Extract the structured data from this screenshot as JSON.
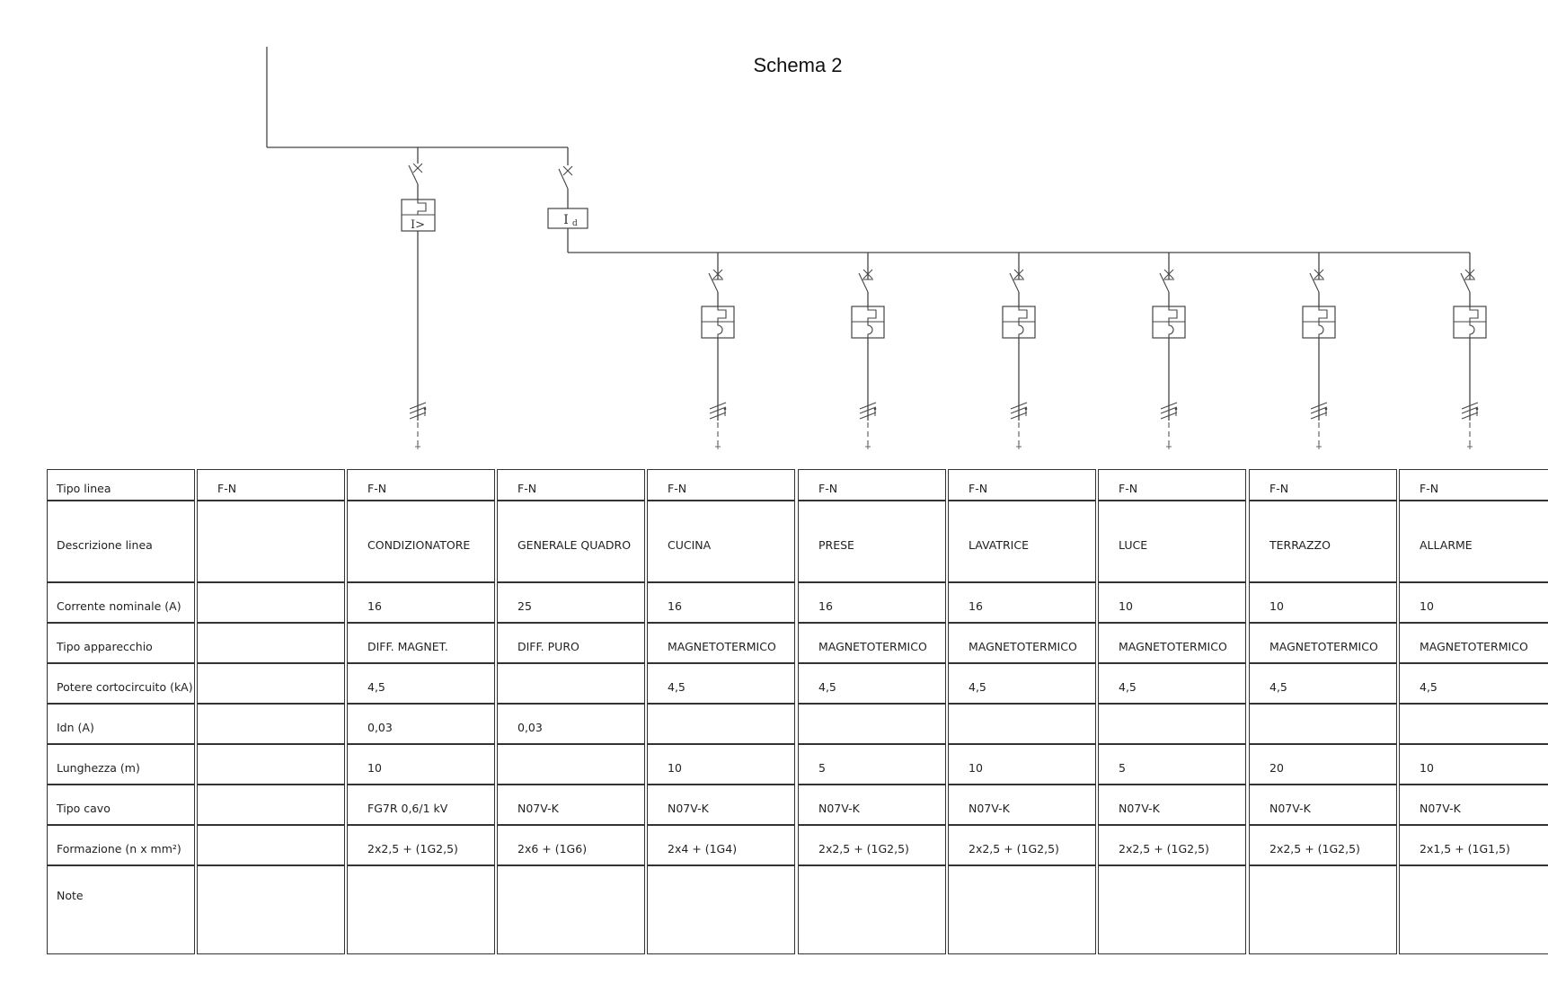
{
  "title": "Schema 2",
  "symbols": {
    "overcurrent_label": "I>",
    "differential_label": "I",
    "differential_sub": "d"
  },
  "table": {
    "row_labels": [
      "Tipo linea",
      "Descrizione linea",
      "Corrente nominale (A)",
      "Tipo apparecchio",
      "Potere cortocircuito (kA)",
      "Idn (A)",
      "Lunghezza (m)",
      "Tipo cavo",
      "Formazione (n x mm²)",
      "Note"
    ],
    "columns": [
      {
        "tipo_linea": "F-N",
        "descrizione": "",
        "corrente": "",
        "apparecchio": "",
        "potere": "",
        "idn": "",
        "lunghezza": "",
        "cavo": "",
        "formazione": "",
        "note": ""
      },
      {
        "tipo_linea": "F-N",
        "descrizione": "CONDIZIONATORE",
        "corrente": "16",
        "apparecchio": "DIFF. MAGNET.",
        "potere": "4,5",
        "idn": "0,03",
        "lunghezza": "10",
        "cavo": "FG7R 0,6/1 kV",
        "formazione": "2x2,5 + (1G2,5)",
        "note": ""
      },
      {
        "tipo_linea": "F-N",
        "descrizione": "GENERALE QUADRO",
        "corrente": "25",
        "apparecchio": "DIFF. PURO",
        "potere": "",
        "idn": "0,03",
        "lunghezza": "",
        "cavo": "N07V-K",
        "formazione": "2x6 + (1G6)",
        "note": ""
      },
      {
        "tipo_linea": "F-N",
        "descrizione": "CUCINA",
        "corrente": "16",
        "apparecchio": "MAGNETOTERMICO",
        "potere": "4,5",
        "idn": "",
        "lunghezza": "10",
        "cavo": "N07V-K",
        "formazione": "2x4 + (1G4)",
        "note": ""
      },
      {
        "tipo_linea": "F-N",
        "descrizione": "PRESE",
        "corrente": "16",
        "apparecchio": "MAGNETOTERMICO",
        "potere": "4,5",
        "idn": "",
        "lunghezza": "5",
        "cavo": "N07V-K",
        "formazione": "2x2,5 + (1G2,5)",
        "note": ""
      },
      {
        "tipo_linea": "F-N",
        "descrizione": "LAVATRICE",
        "corrente": "16",
        "apparecchio": "MAGNETOTERMICO",
        "potere": "4,5",
        "idn": "",
        "lunghezza": "10",
        "cavo": "N07V-K",
        "formazione": "2x2,5 + (1G2,5)",
        "note": ""
      },
      {
        "tipo_linea": "F-N",
        "descrizione": "LUCE",
        "corrente": "10",
        "apparecchio": "MAGNETOTERMICO",
        "potere": "4,5",
        "idn": "",
        "lunghezza": "5",
        "cavo": "N07V-K",
        "formazione": "2x2,5 + (1G2,5)",
        "note": ""
      },
      {
        "tipo_linea": "F-N",
        "descrizione": "TERRAZZO",
        "corrente": "10",
        "apparecchio": "MAGNETOTERMICO",
        "potere": "4,5",
        "idn": "",
        "lunghezza": "20",
        "cavo": "N07V-K",
        "formazione": "2x2,5 + (1G2,5)",
        "note": ""
      },
      {
        "tipo_linea": "F-N",
        "descrizione": "ALLARME",
        "corrente": "10",
        "apparecchio": "MAGNETOTERMICO",
        "potere": "4,5",
        "idn": "",
        "lunghezza": "10",
        "cavo": "N07V-K",
        "formazione": "2x1,5 + (1G1,5)",
        "note": ""
      }
    ]
  },
  "colors": {
    "line": "#444444",
    "border": "#333333"
  }
}
